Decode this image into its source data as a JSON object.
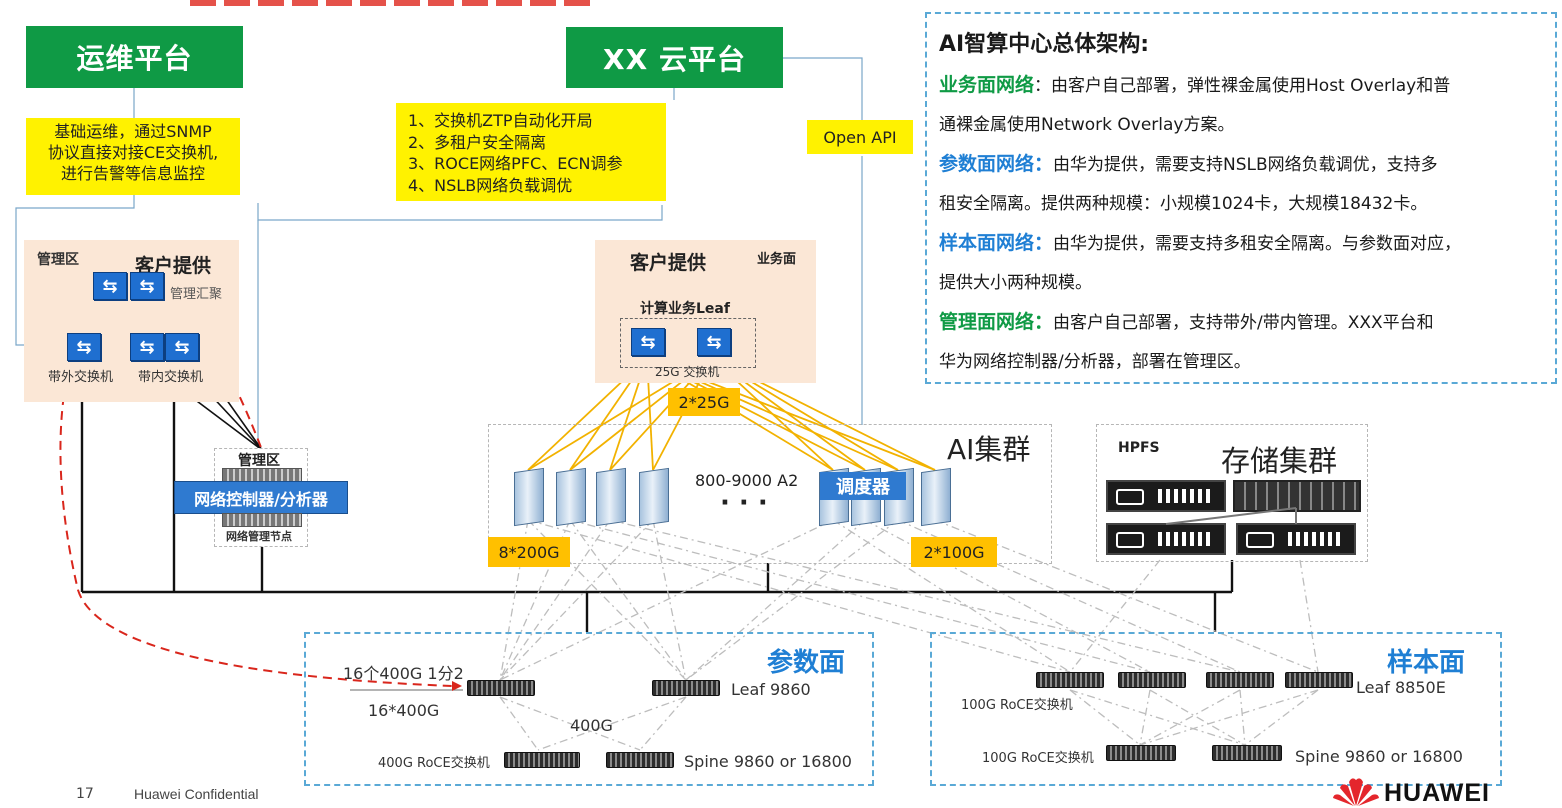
{
  "ops_platform": {
    "title": "运维平台"
  },
  "cloud_platform": {
    "title": "XX 云平台"
  },
  "ops_note": {
    "l1": "基础运维，通过SNMP",
    "l2": "协议直接对接CE交换机,",
    "l3": "进行告警等信息监控"
  },
  "cloud_note": {
    "l1": "1、交换机ZTP自动化开局",
    "l2": "2、多租户安全隔离",
    "l3": "3、ROCE网络PFC、ECN调参",
    "l4": "4、NSLB网络负载调优"
  },
  "open_api": "Open API",
  "mgmt_area": {
    "label": "管理区",
    "provider": "客户提供",
    "agg_label": "管理汇聚",
    "oob_label": "带外交换机",
    "inband_label": "带内交换机"
  },
  "biz_area": {
    "provider": "客户提供",
    "label": "业务面",
    "leaf_title": "计算业务Leaf",
    "switch_label": "25G 交换机",
    "link_tag": "2*25G"
  },
  "mgmt_node": {
    "area_label": "管理区",
    "controller": "网络控制器/分析器",
    "node_label": "网络管理节点"
  },
  "ai_cluster": {
    "title": "AI集群",
    "count": "800-9000 A2",
    "dots": "· · ·",
    "scheduler": "调度器",
    "tag_left": "8*200G",
    "tag_right": "2*100G"
  },
  "storage_cluster": {
    "hpfs": "HPFS",
    "title": "存储集群"
  },
  "param_plane": {
    "title": "参数面",
    "split": "16个400G 1分2",
    "uplinks": "16*400G",
    "mid": "400G",
    "leaf_label": "Leaf 9860",
    "spine_label": "Spine  9860 or 16800",
    "roce_label": "400G RoCE交换机"
  },
  "sample_plane": {
    "title": "样本面",
    "roce_top": "100G RoCE交换机",
    "roce_bottom": "100G RoCE交换机",
    "leaf_label": "Leaf 8850E",
    "spine_label": "Spine  9860 or 16800"
  },
  "text_panel": {
    "title": "AI智算中心总体架构:",
    "biz_head": "业务面网络",
    "biz_l1": "：由客户自己部署，弹性裸金属使用Host Overlay和普",
    "biz_l2": "通裸金属使用Network Overlay方案。",
    "param_head": "参数面网络：",
    "param_l1": "由华为提供，需要支持NSLB网络负载调优，支持多",
    "param_l2": "租安全隔离。提供两种规模：小规模1024卡，大规模18432卡。",
    "sample_head": "样本面网络：",
    "sample_l1": "由华为提供，需要支持多租安全隔离。与参数面对应，",
    "sample_l2": "提供大小两种规模。",
    "mgmt_head": "管理面网络：",
    "mgmt_l1": "由客户自己部署，支持带外/带内管理。XXX平台和",
    "mgmt_l2": "华为网络控制器/分析器，部署在管理区。"
  },
  "footer": {
    "page": "17",
    "confidential": "Huawei Confidential",
    "brand": "HUAWEI"
  },
  "colors": {
    "green": "#0f9a45",
    "blue": "#1f7fd4",
    "yellow": "#fff200",
    "orange": "#ffc000",
    "peach": "#fbe7d6",
    "red_dash": "#d9261c",
    "gold_line": "#f2b200",
    "huawei_red": "#e4262c"
  }
}
